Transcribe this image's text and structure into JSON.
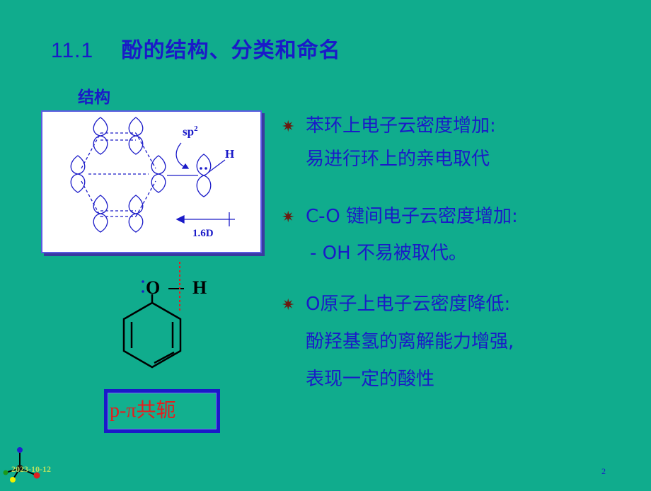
{
  "title": {
    "number": "11.1",
    "text": "酚的结构、分类和命名"
  },
  "structure_label": "结构",
  "orbital_figure": {
    "sp_label": "sp",
    "sp_sup": "2",
    "h_label": "H",
    "dipole_label": "1.6D"
  },
  "phenol": {
    "o_label": "O",
    "h_label": "H"
  },
  "conjugation_label": "p-π共轭",
  "bullets": [
    {
      "line1": "苯环上电子云密度增加:",
      "line2": "易进行环上的亲电取代"
    },
    {
      "line1": "C-O 键间电子云密度增加:",
      "line2": "- OH 不易被取代。"
    },
    {
      "line1": "O原子上电子云密度降低:",
      "line2": "酚羟基氢的离解能力增强,",
      "line3": "表现一定的酸性"
    }
  ],
  "footer": {
    "date": "2023-10-12",
    "page": "2"
  },
  "colors": {
    "background": "#10ac8d",
    "title": "#1a1ac8",
    "bullet_star": "#6a1a10",
    "conjugation": "#e81c1c"
  }
}
